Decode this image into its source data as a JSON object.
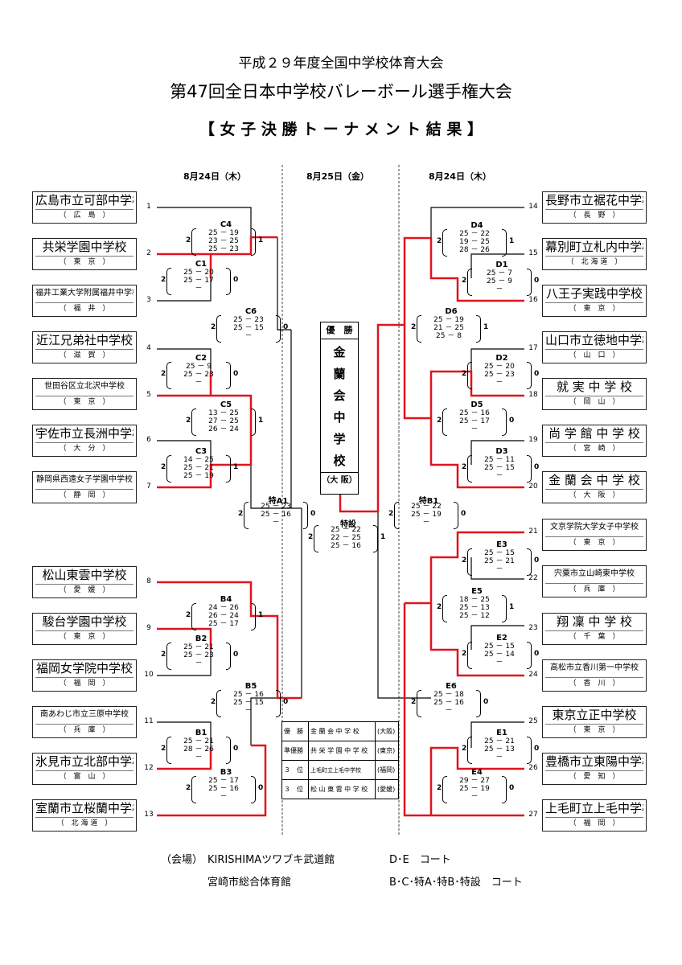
{
  "header": {
    "line1": "平成２９年度全国中学校体育大会",
    "line2": "第47回全日本中学校バレーボール選手権大会",
    "line3": "【 女 子 決 勝 ト ー ナ メ ン ト 結 果 】"
  },
  "dates": {
    "left": "8月24日（木）",
    "center": "8月25日（金）",
    "right": "8月24日（木）"
  },
  "teams_left": [
    {
      "no": "1",
      "name": "広島市立可部中学校",
      "pref": "（　広　島　）"
    },
    {
      "no": "2",
      "name": "共栄学園中学校",
      "pref": "（　東　京　）"
    },
    {
      "no": "3",
      "name": "福井工業大学附属福井中学校",
      "pref": "（　福　井　）"
    },
    {
      "no": "4",
      "name": "近江兄弟社中学校",
      "pref": "（　滋　賀　）"
    },
    {
      "no": "5",
      "name": "世田谷区立北沢中学校",
      "pref": "（　東　京　）"
    },
    {
      "no": "6",
      "name": "宇佐市立長洲中学校",
      "pref": "（　大　分　）"
    },
    {
      "no": "7",
      "name": "静岡県西遠女子学園中学校",
      "pref": "（　静　岡　）"
    },
    {
      "no": "8",
      "name": "松山東雲中学校",
      "pref": "（　愛　媛　）"
    },
    {
      "no": "9",
      "name": "駿台学園中学校",
      "pref": "（　東　京　）"
    },
    {
      "no": "10",
      "name": "福岡女学院中学校",
      "pref": "（　福　岡　）"
    },
    {
      "no": "11",
      "name": "南あわじ市立三原中学校",
      "pref": "（　兵　庫　）"
    },
    {
      "no": "12",
      "name": "氷見市立北部中学校",
      "pref": "（　富　山　）"
    },
    {
      "no": "13",
      "name": "室蘭市立桜蘭中学校",
      "pref": "（　北 海 道　）"
    }
  ],
  "teams_right": [
    {
      "no": "14",
      "name": "長野市立裾花中学校",
      "pref": "（　長　野　）"
    },
    {
      "no": "15",
      "name": "幕別町立札内中学校",
      "pref": "（　北 海 道　）"
    },
    {
      "no": "16",
      "name": "八王子実践中学校",
      "pref": "（　東　京　）"
    },
    {
      "no": "17",
      "name": "山口市立徳地中学校",
      "pref": "（　山　口　）"
    },
    {
      "no": "18",
      "name": "就 実 中 学 校",
      "pref": "（　岡　山　）"
    },
    {
      "no": "19",
      "name": "尚 学 館 中 学 校",
      "pref": "（　宮　崎　）"
    },
    {
      "no": "20",
      "name": "金 蘭 会 中 学 校",
      "pref": "（　大　阪　）"
    },
    {
      "no": "21",
      "name": "文京学院大学女子中学校",
      "pref": "（　東　京　）"
    },
    {
      "no": "22",
      "name": "宍粟市立山崎東中学校",
      "pref": "（　兵　庫　）"
    },
    {
      "no": "23",
      "name": "翔 凜 中 学 校",
      "pref": "（　千　葉　）"
    },
    {
      "no": "24",
      "name": "高松市立香川第一中学校",
      "pref": "（　香　川　）"
    },
    {
      "no": "25",
      "name": "東京立正中学校",
      "pref": "（　東　京　）"
    },
    {
      "no": "26",
      "name": "豊橋市立東陽中学校",
      "pref": "（　愛　知　）"
    },
    {
      "no": "27",
      "name": "上毛町立上毛中学校",
      "pref": "（　福　岡　）"
    }
  ],
  "matches": {
    "C4": {
      "label": "C4",
      "lw": "2",
      "sets": [
        "25 － 19",
        "23 － 25",
        "25 － 23"
      ],
      "sw": "1"
    },
    "C1": {
      "label": "C1",
      "lw": "2",
      "sets": [
        "25 － 20",
        "25 － 17",
        "－"
      ],
      "sw": "0"
    },
    "C6": {
      "label": "C6",
      "lw": "2",
      "sets": [
        "25 － 23",
        "25 － 15",
        "－"
      ],
      "sw": "0"
    },
    "C2": {
      "label": "C2",
      "lw": "2",
      "sets": [
        "25 － 9",
        "25 － 23",
        "－"
      ],
      "sw": "0"
    },
    "C5": {
      "label": "C5",
      "lw": "2",
      "sets": [
        "13 － 25",
        "27 － 25",
        "26 － 24"
      ],
      "sw": "1"
    },
    "C3": {
      "label": "C3",
      "lw": "2",
      "sets": [
        "14 － 25",
        "25 － 21",
        "25 － 19"
      ],
      "sw": "1"
    },
    "A1": {
      "label": "特A1",
      "lw": "2",
      "sets": [
        "25 － 23",
        "25 － 16",
        "－"
      ],
      "sw": "0"
    },
    "B4": {
      "label": "B4",
      "lw": "2",
      "sets": [
        "24 － 26",
        "26 － 24",
        "25 － 17"
      ],
      "sw": "1"
    },
    "B2": {
      "label": "B2",
      "lw": "2",
      "sets": [
        "25 － 21",
        "25 － 23",
        "－"
      ],
      "sw": "0"
    },
    "B5": {
      "label": "B5",
      "lw": "2",
      "sets": [
        "25 － 16",
        "25 － 15",
        "－"
      ],
      "sw": "0"
    },
    "B1": {
      "label": "B1",
      "lw": "2",
      "sets": [
        "25 － 21",
        "28 － 26",
        "－"
      ],
      "sw": "0"
    },
    "B3": {
      "label": "B3",
      "lw": "2",
      "sets": [
        "25 － 17",
        "25 － 16",
        "－"
      ],
      "sw": "0"
    },
    "D4": {
      "label": "D4",
      "lw": "2",
      "sets": [
        "25 － 22",
        "19 － 25",
        "28 － 26"
      ],
      "sw": "1"
    },
    "D1": {
      "label": "D1",
      "lw": "2",
      "sets": [
        "25 － 7",
        "25 － 9",
        "－"
      ],
      "sw": "0"
    },
    "D6": {
      "label": "D6",
      "lw": "2",
      "sets": [
        "25 － 19",
        "21 － 25",
        "25 － 8"
      ],
      "sw": "1"
    },
    "D2": {
      "label": "D2",
      "lw": "2",
      "sets": [
        "25 － 20",
        "25 － 23",
        "－"
      ],
      "sw": "0"
    },
    "D5": {
      "label": "D5",
      "lw": "2",
      "sets": [
        "25 － 16",
        "25 － 17",
        "－"
      ],
      "sw": "0"
    },
    "D3": {
      "label": "D3",
      "lw": "2",
      "sets": [
        "25 － 11",
        "25 － 15",
        "－"
      ],
      "sw": "0"
    },
    "B1s": {
      "label": "特B1",
      "lw": "2",
      "sets": [
        "25 － 22",
        "25 － 19",
        "－"
      ],
      "sw": "0"
    },
    "E3": {
      "label": "E3",
      "lw": "2",
      "sets": [
        "25 － 15",
        "25 － 21",
        "－"
      ],
      "sw": "0"
    },
    "E5": {
      "label": "E5",
      "lw": "2",
      "sets": [
        "18 － 25",
        "25 － 13",
        "25 － 12"
      ],
      "sw": "1"
    },
    "E2": {
      "label": "E2",
      "lw": "2",
      "sets": [
        "25 － 15",
        "25 － 14",
        "－"
      ],
      "sw": "0"
    },
    "E6": {
      "label": "E6",
      "lw": "2",
      "sets": [
        "25 － 18",
        "25 － 16",
        "－"
      ],
      "sw": "0"
    },
    "E1": {
      "label": "E1",
      "lw": "2",
      "sets": [
        "25 － 21",
        "25 － 13",
        "－"
      ],
      "sw": "0"
    },
    "E4": {
      "label": "E4",
      "lw": "2",
      "sets": [
        "29 － 27",
        "25 － 19",
        "－"
      ],
      "sw": "0"
    },
    "final": {
      "label": "特設",
      "lw": "2",
      "sets": [
        "25 － 22",
        "22 － 25",
        "25 － 16"
      ],
      "sw": "1"
    }
  },
  "champion": {
    "title": "優　勝",
    "chars": [
      "金",
      "蘭",
      "会",
      "中",
      "学",
      "校"
    ],
    "pref": "（大 阪）"
  },
  "results": [
    {
      "rank": "優　勝",
      "school": "金 蘭 会 中 学 校",
      "pref": "(大阪)"
    },
    {
      "rank": "準優勝",
      "school": "共 栄 学 園 中 学 校",
      "pref": "(東京)"
    },
    {
      "rank": "３　位",
      "school": "上毛町立上毛中学校",
      "pref": "(福岡)"
    },
    {
      "rank": "３　位",
      "school": "松 山 東 雲 中 学 校",
      "pref": "(愛媛)"
    }
  ],
  "footer": {
    "venue_label": "（会場）",
    "venue1": "KIRISHIMAツワブキ武道館",
    "courts1": "D･E　コート",
    "venue2": "宮崎市総合体育館",
    "courts2": "B･C･特A･特B･特設　コート"
  },
  "colors": {
    "win_line": "#e0141e",
    "line": "#000000",
    "dash": "#333333"
  }
}
